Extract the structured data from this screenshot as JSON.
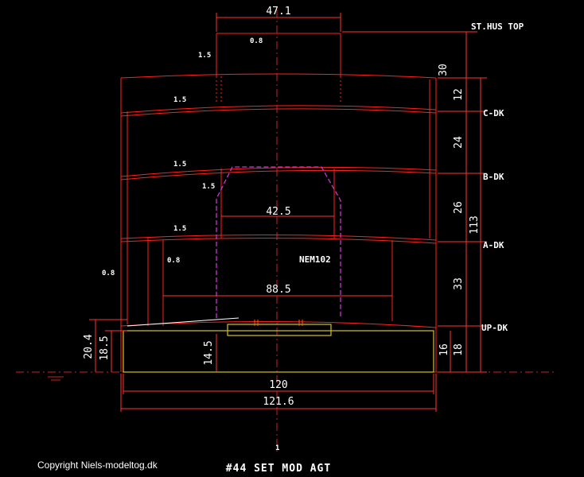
{
  "drawing": {
    "top_dimension": "47.1",
    "st_hus_top": "ST.HUS TOP",
    "deck_labels": {
      "c_dk": "C-DK",
      "b_dk": "B-DK",
      "a_dk": "A-DK",
      "up_dk": "UP-DK"
    },
    "right_dims": {
      "d30": "30",
      "d12": "12",
      "d24": "24",
      "d26": "26",
      "d113": "113",
      "d33": "33",
      "d16": "16",
      "d18": "18"
    },
    "left_dims": {
      "d20_4": "20.4",
      "d18_5": "18.5",
      "d14_5": "14.5"
    },
    "inner_dims": {
      "d42_5": "42.5",
      "d88_5": "88.5"
    },
    "bottom_dims": {
      "d120": "120",
      "d121_6": "121.6"
    },
    "small_labels": {
      "t15a": "1.5",
      "t15b": "1.5",
      "t15c": "1.5",
      "t15d": "1.5",
      "t15e": "1.5",
      "t08a": "0.8",
      "t08b": "0.8",
      "t08c": "0.8"
    },
    "component_label": "NEM102",
    "centerline_mark": "1",
    "title": "#44 SET MOD AGT",
    "copyright": "Copyright Niels-modeltog.dk"
  },
  "colors": {
    "outline": "#ff2020",
    "dimension": "#ff3333",
    "centerline": "#cc2222",
    "component": "#cc33cc",
    "base": "#d4c020",
    "text": "#ffffff"
  }
}
